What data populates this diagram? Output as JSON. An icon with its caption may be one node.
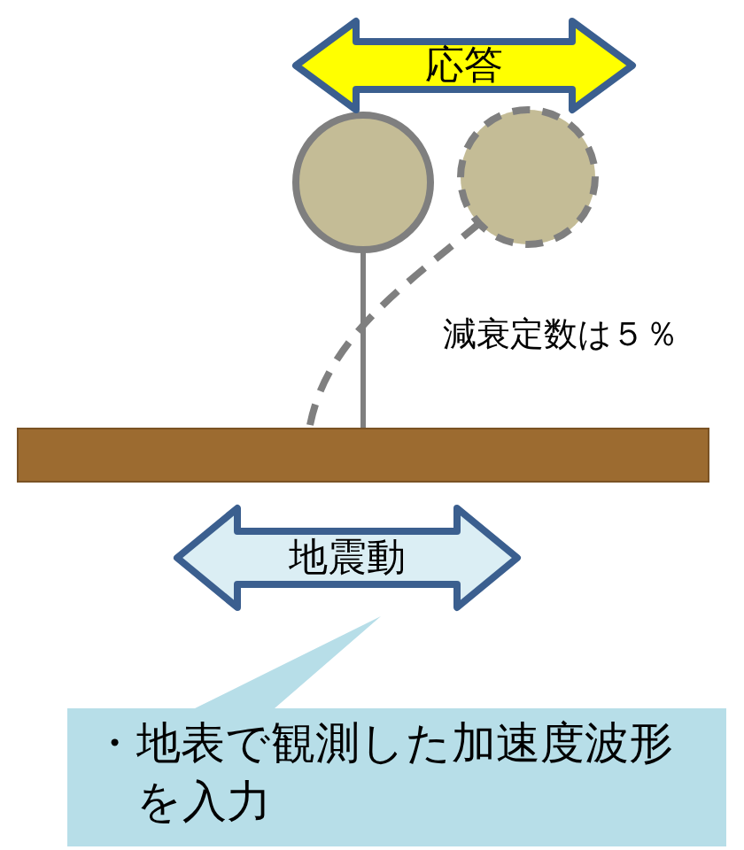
{
  "diagram": {
    "nodes": [
      {
        "text": [
          "応答"
        ]
      },
      {
        "text": [
          "地震動"
        ]
      },
      {
        "text": [
          "・地表で観測した加速度波形を入力"
        ]
      }
    ],
    "labels": [
      "減衰定数は５％"
    ]
  }
}
